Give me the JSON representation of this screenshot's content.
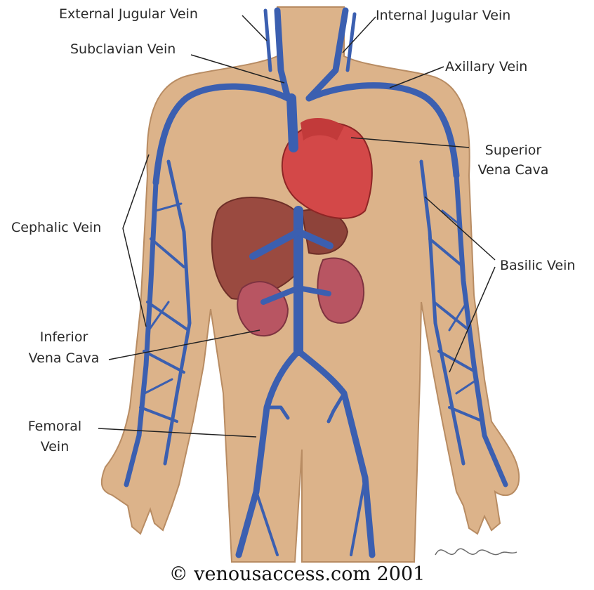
{
  "labels": {
    "external_jugular": "External Jugular Vein",
    "internal_jugular": "Internal Jugular Vein",
    "subclavian": "Subclavian Vein",
    "axillary": "Axillary Vein",
    "superior_vena_cava_1": "Superior",
    "superior_vena_cava_2": "Vena Cava",
    "cephalic": "Cephalic Vein",
    "basilic": "Basilic Vein",
    "inferior_vena_cava_1": "Inferior",
    "inferior_vena_cava_2": "Vena Cava",
    "femoral_1": "Femoral",
    "femoral_2": "Vein"
  },
  "footer": {
    "copyright": "© venousaccess.com 2001"
  },
  "colors": {
    "skin": "#dcb38a",
    "vein": "#3b5fb0",
    "heart": "#d34848",
    "liver": "#9a4a40",
    "kidney": "#b85562"
  }
}
